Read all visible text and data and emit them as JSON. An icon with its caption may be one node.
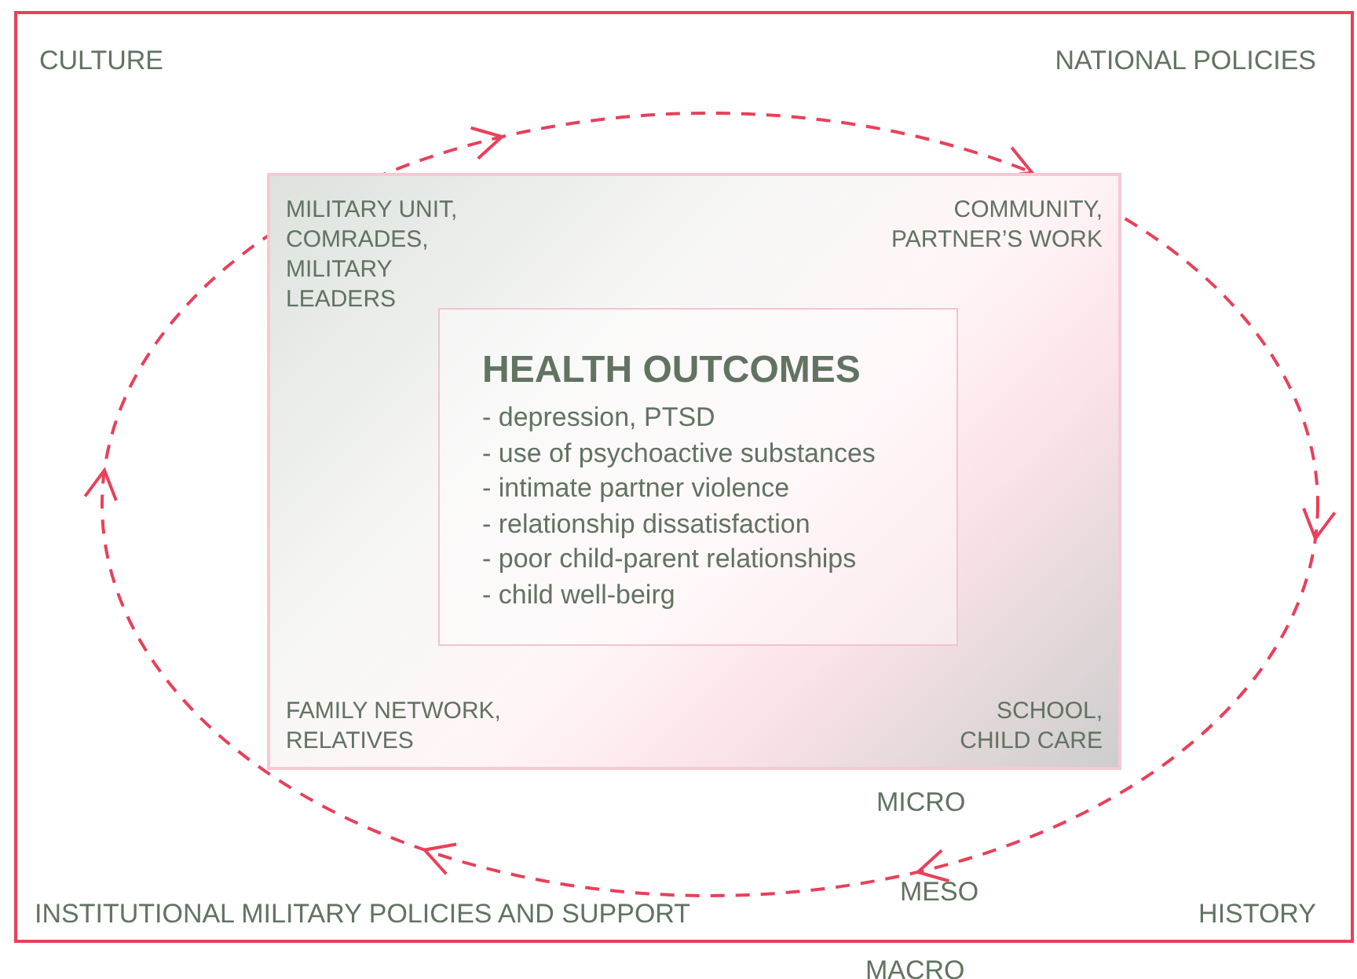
{
  "diagram": {
    "nodes": [
      {
        "text": [
          "CULTURE",
          "NATIONAL POLICIES",
          "INSTITUTIONAL MILITARY POLICIES AND SUPPORT",
          "HISTORY",
          "MACRO"
        ]
      },
      {
        "text": [
          "MESO"
        ],
        "in": 0
      },
      {
        "text": [
          "MILITARY UNIT, COMRADES, MILITARY LEADERS",
          "COMMUNITY, PARTNER’S WORK",
          "FAMILY NETWORK, RELATIVES",
          "SCHOOL, CHILD CARE",
          "MICRO"
        ],
        "in": 1
      },
      {
        "text": [
          "HEALTH OUTCOMES",
          "- depression, PTSD",
          "- use of psychoactive substances",
          "- intimate partner violence",
          "- relationship dissatisfaction",
          "- poor child-parent relationships",
          "- child well-beirg"
        ],
        "in": 2
      }
    ]
  }
}
